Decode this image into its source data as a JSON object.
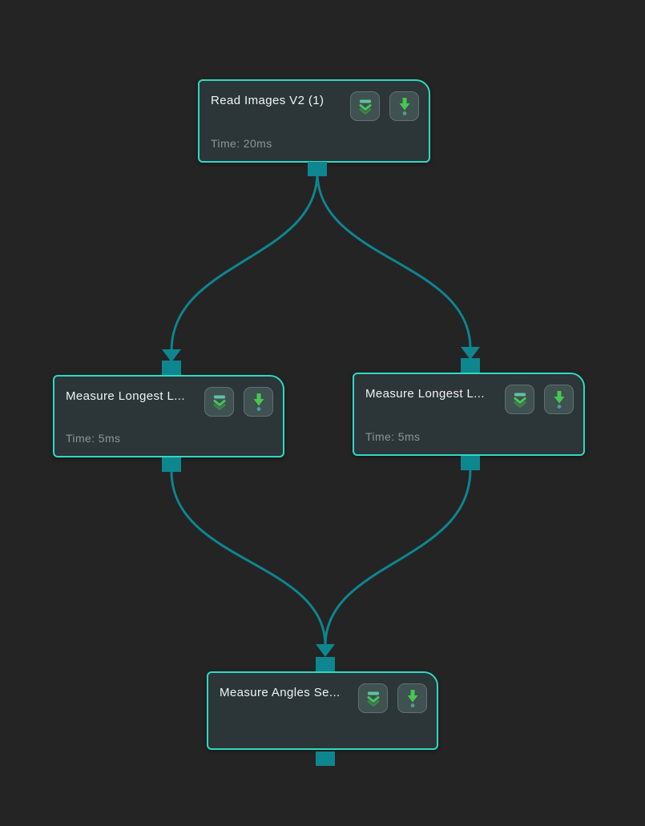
{
  "canvas": {
    "type": "dataflow-program-editor"
  },
  "palette": {
    "background": "#242424",
    "node_fill": "#2c3538",
    "node_border": "#2fd9c3",
    "connector": "#0d868f",
    "title_text": "#f1f3f3",
    "time_text": "#8d9597",
    "button_fill": "#3f5150",
    "button_border": "#5f7271",
    "icon_green": "#46c653",
    "icon_green_dim": "#3d8051",
    "icon_teal_bar": "#5fc2a5",
    "icon_dot_teal": "#4f9aa0"
  },
  "icons": {
    "expand": "double-chevron-down",
    "run": "arrow-down-with-dot"
  },
  "nodes": [
    {
      "title": "Read Images V2 (1)",
      "time": "Time: 20ms"
    },
    {
      "title": "Measure Longest L...",
      "time": "Time: 5ms"
    },
    {
      "title": "Measure Longest L...",
      "time": "Time: 5ms"
    },
    {
      "title": "Measure Angles Se...",
      "time": ""
    }
  ],
  "connections": [
    {
      "from": "Read Images V2 (1)",
      "to": "Measure Longest L... (left)"
    },
    {
      "from": "Read Images V2 (1)",
      "to": "Measure Longest L... (right)"
    },
    {
      "from": "Measure Longest L... (left)",
      "to": "Measure Angles Se..."
    },
    {
      "from": "Measure Longest L... (right)",
      "to": "Measure Angles Se..."
    }
  ]
}
